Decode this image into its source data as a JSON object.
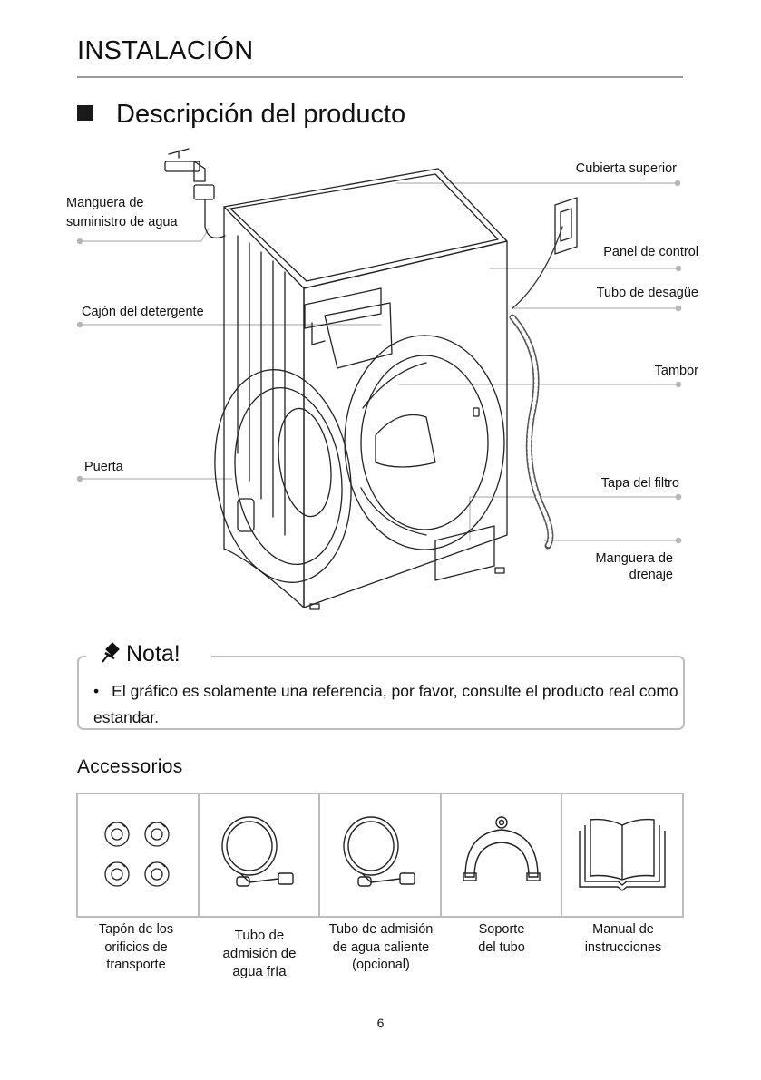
{
  "header": {
    "title": "INSTALACIÓN"
  },
  "section": {
    "title": "Descripción del producto"
  },
  "callouts": {
    "hose": "Manguera de\nsuministro de agua",
    "top_cover": "Cubierta superior",
    "control_panel": "Panel de control",
    "drain_pipe": "Tubo de desagüe",
    "detergent": "Cajón del detergente",
    "drum": "Tambor",
    "door": "Puerta",
    "filter_cover": "Tapa del filtro",
    "drain_hose": "Manguera de\ndrenaje"
  },
  "note": {
    "title": "Nota!",
    "bullet": "•",
    "text": "El gráfico es solamente una referencia, por favor, consulte el producto real como estandar."
  },
  "accessories": {
    "title": "Accessorios",
    "items": [
      {
        "label": "Tapón de los\norificios de\ntransporte",
        "icon": "transport-plug-icon"
      },
      {
        "label": "Tubo de\nadmisión de\nagua fría",
        "icon": "cold-water-hose-icon"
      },
      {
        "label": "Tubo de admisión\nde agua caliente\n(opcional)",
        "icon": "hot-water-hose-icon"
      },
      {
        "label": "Soporte\ndel tubo",
        "icon": "hose-bracket-icon"
      },
      {
        "label": "Manual de\ninstrucciones",
        "icon": "manual-book-icon"
      }
    ]
  },
  "footer": {
    "page_number": "6"
  }
}
